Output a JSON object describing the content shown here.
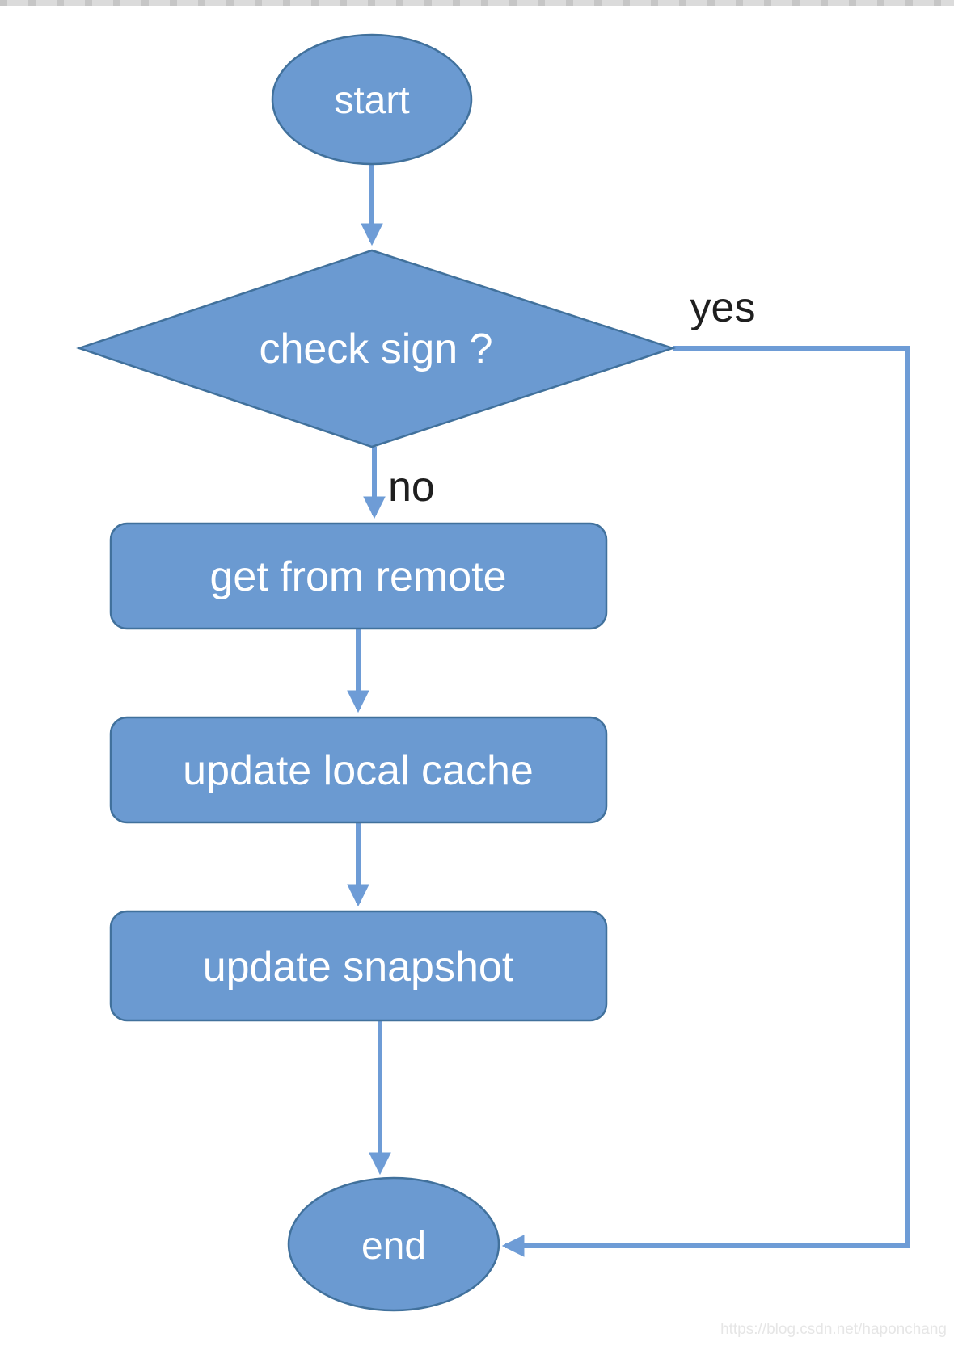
{
  "flowchart": {
    "nodes": [
      {
        "id": "start",
        "type": "terminator-ellipse",
        "label": "start"
      },
      {
        "id": "check-sign",
        "type": "decision-diamond",
        "label": "check sign ?"
      },
      {
        "id": "get-from-remote",
        "type": "process-box",
        "label": "get from remote"
      },
      {
        "id": "update-local-cache",
        "type": "process-box",
        "label": "update local cache"
      },
      {
        "id": "update-snapshot",
        "type": "process-box",
        "label": "update snapshot"
      },
      {
        "id": "end",
        "type": "terminator-ellipse",
        "label": "end"
      }
    ],
    "edges": [
      {
        "from": "start",
        "to": "check-sign",
        "label": ""
      },
      {
        "from": "check-sign",
        "to": "get-from-remote",
        "label": "no"
      },
      {
        "from": "check-sign",
        "to": "end",
        "label": "yes"
      },
      {
        "from": "get-from-remote",
        "to": "update-local-cache",
        "label": ""
      },
      {
        "from": "update-local-cache",
        "to": "update-snapshot",
        "label": ""
      },
      {
        "from": "update-snapshot",
        "to": "end",
        "label": ""
      }
    ],
    "edge_labels": {
      "yes": "yes",
      "no": "no"
    }
  },
  "watermark": {
    "text": "https://blog.csdn.net/haponchang"
  },
  "colors": {
    "node_fill": "#6b9ad1",
    "node_border": "#41719c",
    "connector": "#6e9cd6",
    "node_text": "#ffffff",
    "edge_label_text": "#1f1f1f",
    "watermark_text": "#e6e6e6",
    "top_strip": "#dbdbdb"
  }
}
